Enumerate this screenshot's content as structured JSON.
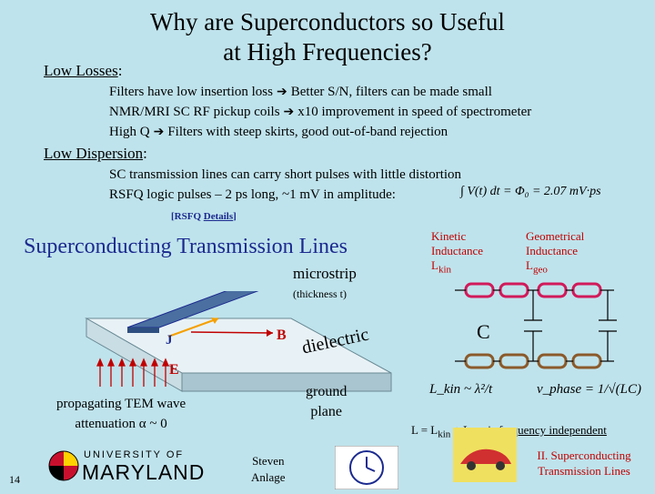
{
  "title_line1": "Why are Superconductors so Useful",
  "title_line2": "at High Frequencies?",
  "low_losses": {
    "heading": "Low Losses",
    "line1_a": "Filters have low insertion loss",
    "line1_b": "Better S/N, filters can be made small",
    "line2_a": "NMR/MRI SC RF pickup coils",
    "line2_b": "x10 improvement in speed of spectrometer",
    "line3_a": "High Q",
    "line3_b": "Filters with steep skirts, good out-of-band rejection"
  },
  "low_dispersion": {
    "heading": "Low Dispersion",
    "line1": "SC transmission lines can carry short pulses with little distortion",
    "line2": "RSFQ logic pulses – 2 ps long, ~1 mV in amplitude:",
    "formula": "∫ V(t) dt = Φ₀ = 2.07 mV·ps"
  },
  "rsfq_link": {
    "prefix": "[RSFQ ",
    "link": "Details",
    "suffix": "]"
  },
  "section_title": "Superconducting Transmission Lines",
  "diagram": {
    "microstrip": "microstrip",
    "thickness": "(thickness t)",
    "J": "J",
    "B": "B",
    "E": "E",
    "dielectric": "dielectric",
    "ground": "ground",
    "plane": "plane",
    "tem1": "propagating TEM wave",
    "tem2": "attenuation α ~ 0"
  },
  "circuit": {
    "kinetic1": "Kinetic",
    "kinetic2": "Inductance",
    "kinetic3": "L",
    "kinetic_sub": "kin",
    "geo1": "Geometrical",
    "geo2": "Inductance",
    "geo3": "L",
    "geo_sub": "geo",
    "C": "C",
    "lkin_formula": "L_kin ~ λ²/t",
    "vphase_formula": "v_phase = 1/√(LC)",
    "eq_a": "L = L",
    "eq_kin": "kin",
    "eq_b": " + L",
    "eq_geo": "geo",
    "eq_c": " is frequency independent"
  },
  "footer": {
    "page_number": "14",
    "university": "UNIVERSITY OF",
    "maryland": "MARYLAND",
    "author1": "Steven",
    "author2": "Anlage",
    "section1": "II. Superconducting",
    "section2": "Transmission Lines"
  },
  "colors": {
    "background": "#bfe3ec",
    "accent_red": "#c00000",
    "link_blue": "#1b2a8f",
    "coil_red": "#d11a5a"
  }
}
